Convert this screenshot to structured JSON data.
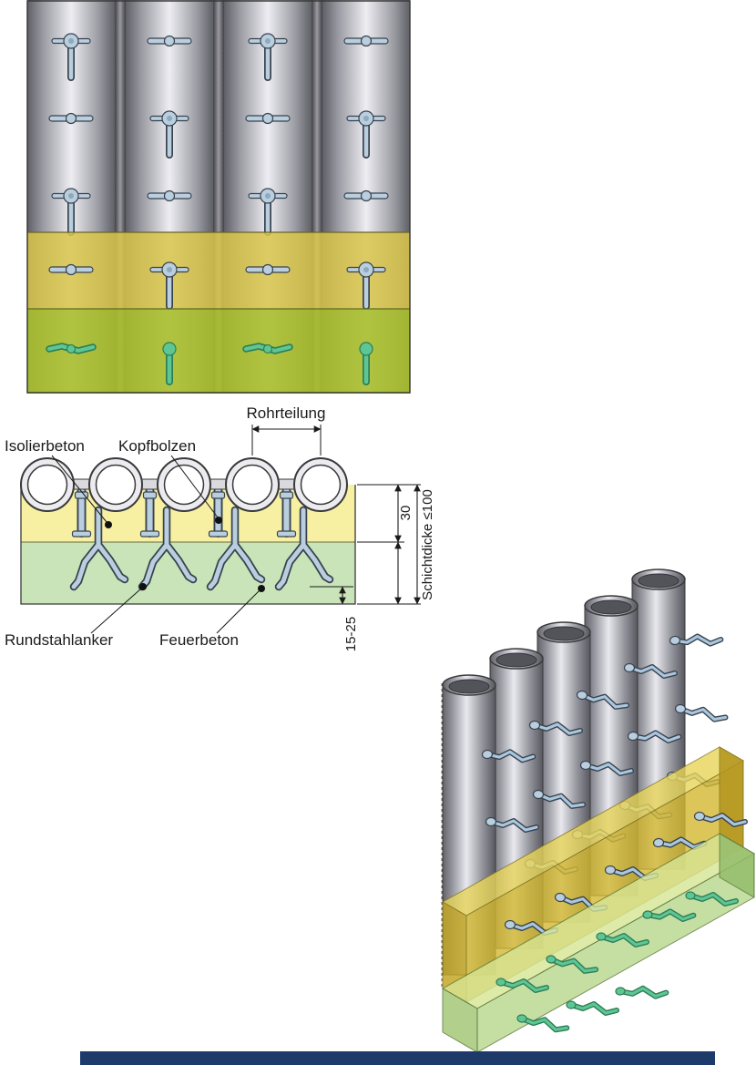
{
  "labels": {
    "rohrteilung": "Rohrteilung",
    "isolierbeton": "Isolierbeton",
    "kopfbolzen": "Kopfbolzen",
    "rundstahlanker": "Rundstahlanker",
    "feuerbeton": "Feuerbeton"
  },
  "dimensions": {
    "insulation_thickness": "30",
    "layer_thickness": "Schichtdicke ≤100",
    "anchor_cover": "15-25"
  },
  "colors": {
    "insulating_concrete": "#d9c64a",
    "refractory_concrete": "#a8bf2e",
    "insulating_section": "#f7f0a2",
    "refractory_section": "#c9e4b8",
    "stud_steel": "#b9cede",
    "anchor_alloy": "#5ec695",
    "tube_steel_light": "#ededf2",
    "tube_steel_dark": "#5f5f66",
    "line": "#3a3a3a",
    "footer_bar": "#1e3a6b"
  }
}
